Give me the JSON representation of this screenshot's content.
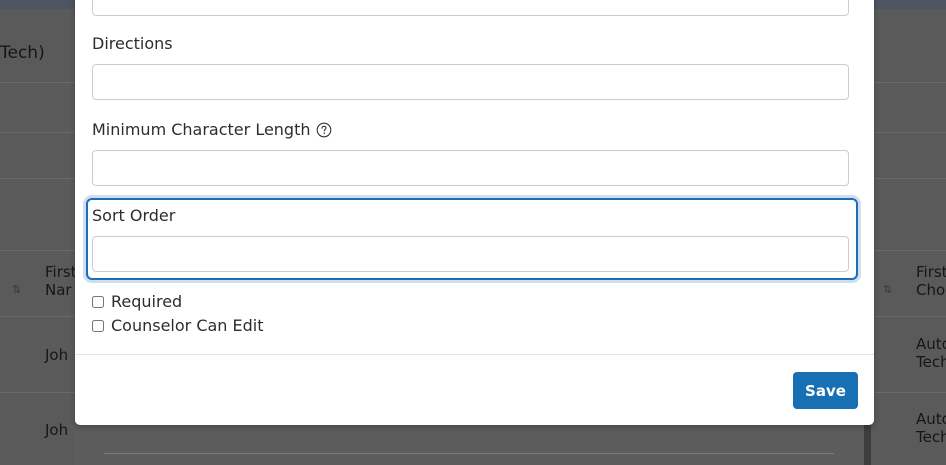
{
  "background": {
    "heading_fragment": "Tech)",
    "left_column_header": [
      "First",
      "Nar"
    ],
    "left_column_cells": [
      "Joh",
      "Joh"
    ],
    "right_column_header": [
      "First",
      "Cho"
    ],
    "right_column_cells": [
      [
        "Auto",
        "Tech"
      ],
      [
        "Auto",
        "Tech"
      ]
    ],
    "sort_glyph": "⇅"
  },
  "form": {
    "directions": {
      "label": "Directions",
      "value": ""
    },
    "min_char_length": {
      "label": "Minimum Character Length",
      "value": ""
    },
    "sort_order": {
      "label": "Sort Order",
      "value": ""
    },
    "required": {
      "label": "Required",
      "checked": false
    },
    "counselor_can_edit": {
      "label": "Counselor Can Edit",
      "checked": false
    }
  },
  "footer": {
    "save_label": "Save"
  },
  "colors": {
    "accent": "#1670b3",
    "focus_ring": "#1f6db4"
  }
}
